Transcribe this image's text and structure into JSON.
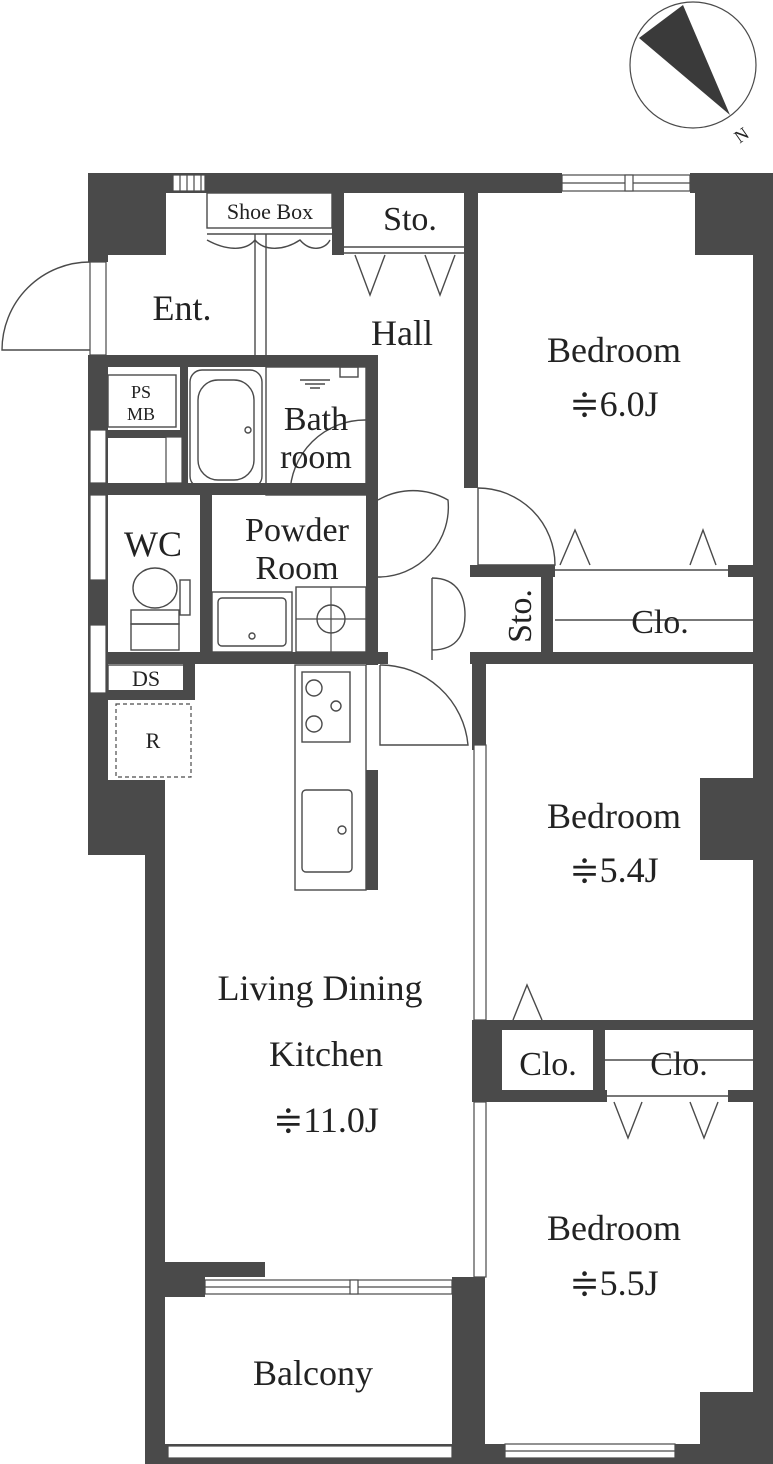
{
  "compass": {
    "label": "N"
  },
  "rooms": {
    "shoe_box": "Shoe Box",
    "storage_top": "Sto.",
    "entrance": "Ent.",
    "hall": "Hall",
    "ps": "PS",
    "mb": "MB",
    "bath_line1": "Bath",
    "bath_line2": "room",
    "wc": "WC",
    "powder_line1": "Powder",
    "powder_line2": "Room",
    "storage_mid": "Sto.",
    "ds": "DS",
    "r": "R",
    "bedroom1_name": "Bedroom",
    "bedroom1_size": "≑6.0J",
    "closet1": "Clo.",
    "bedroom2_name": "Bedroom",
    "bedroom2_size": "≑5.4J",
    "closet2": "Clo.",
    "closet3": "Clo.",
    "ldk_line1": "Living Dining",
    "ldk_line2": "Kitchen",
    "ldk_size": "≑11.0J",
    "bedroom3_name": "Bedroom",
    "bedroom3_size": "≑5.5J",
    "balcony": "Balcony"
  },
  "colors": {
    "wall": "#4a4a4a",
    "background": "#ffffff",
    "text": "#222222"
  }
}
